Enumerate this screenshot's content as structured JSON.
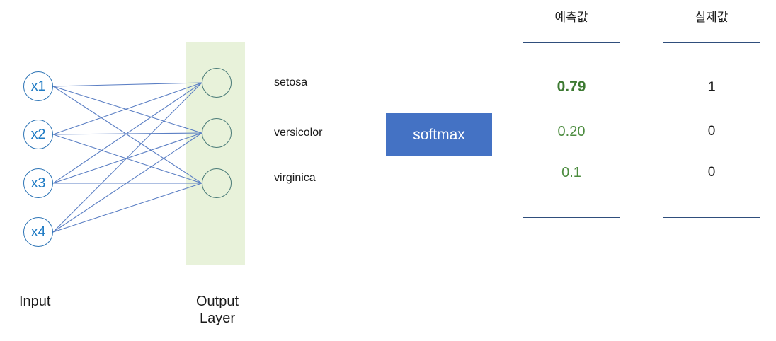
{
  "diagram": {
    "input_layer": {
      "caption": "Input",
      "nodes": [
        {
          "label": "x1"
        },
        {
          "label": "x2"
        },
        {
          "label": "x3"
        },
        {
          "label": "x4"
        }
      ]
    },
    "output_layer": {
      "caption": "Output\nLayer",
      "nodes": [
        {
          "label": ""
        },
        {
          "label": ""
        },
        {
          "label": ""
        }
      ],
      "band_color": "#E8F2DA"
    },
    "class_labels": [
      "setosa",
      "versicolor",
      "virginica"
    ],
    "softmax": {
      "label": "softmax",
      "fill_color": "#4472C4",
      "text_color": "#FFFFFF"
    },
    "prediction_box": {
      "title": "예측값",
      "values": [
        "0.79",
        "0.20",
        "0.1"
      ],
      "highlight_color": "#3D7A32",
      "value_color": "#4C8C3F",
      "border_color": "#2F4E7C"
    },
    "actual_box": {
      "title": "실제값",
      "values": [
        "1",
        "0",
        "0"
      ],
      "value_color": "#1A1A1A",
      "border_color": "#2F4E7C"
    },
    "edge_color": "#5B7FC4",
    "input_node_color": "#2E75B6",
    "output_node_color": "#4A7B78"
  }
}
